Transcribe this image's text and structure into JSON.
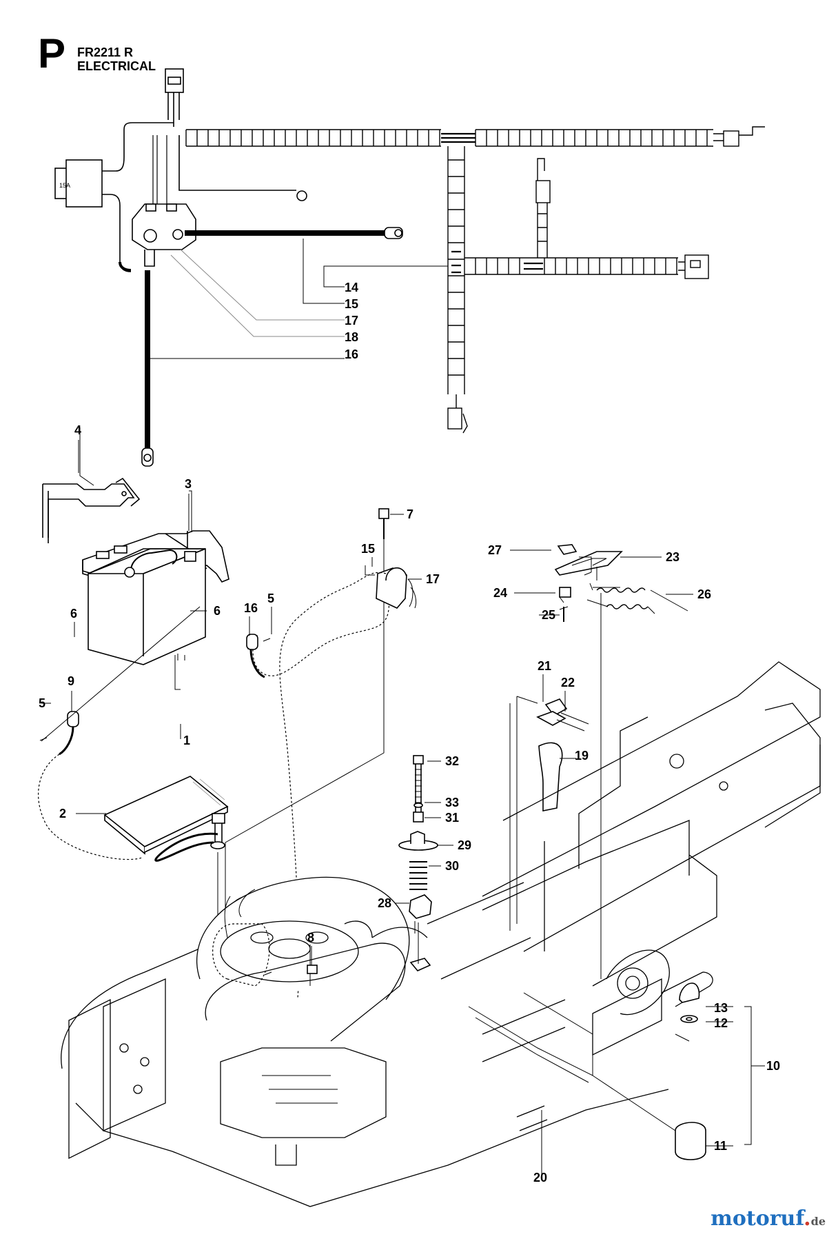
{
  "header": {
    "section_letter": "P",
    "model": "FR2211 R",
    "title": "ELECTRICAL"
  },
  "callouts": [
    {
      "id": "c14",
      "label": "14"
    },
    {
      "id": "c15a",
      "label": "15"
    },
    {
      "id": "c17a",
      "label": "17"
    },
    {
      "id": "c18",
      "label": "18"
    },
    {
      "id": "c16a",
      "label": "16"
    },
    {
      "id": "c4",
      "label": "4"
    },
    {
      "id": "c3",
      "label": "3"
    },
    {
      "id": "c7",
      "label": "7"
    },
    {
      "id": "c15b",
      "label": "15"
    },
    {
      "id": "c17b",
      "label": "17"
    },
    {
      "id": "c27",
      "label": "27"
    },
    {
      "id": "c23",
      "label": "23"
    },
    {
      "id": "c24",
      "label": "24"
    },
    {
      "id": "c26",
      "label": "26"
    },
    {
      "id": "c25",
      "label": "25"
    },
    {
      "id": "c6a",
      "label": "6"
    },
    {
      "id": "c6b",
      "label": "6"
    },
    {
      "id": "c16b",
      "label": "16"
    },
    {
      "id": "c5a",
      "label": "5"
    },
    {
      "id": "c9",
      "label": "9"
    },
    {
      "id": "c5b",
      "label": "5"
    },
    {
      "id": "c1",
      "label": "1"
    },
    {
      "id": "c21",
      "label": "21"
    },
    {
      "id": "c22",
      "label": "22"
    },
    {
      "id": "c19",
      "label": "19"
    },
    {
      "id": "c32",
      "label": "32"
    },
    {
      "id": "c33",
      "label": "33"
    },
    {
      "id": "c31",
      "label": "31"
    },
    {
      "id": "c2",
      "label": "2"
    },
    {
      "id": "c29",
      "label": "29"
    },
    {
      "id": "c30",
      "label": "30"
    },
    {
      "id": "c28",
      "label": "28"
    },
    {
      "id": "c8",
      "label": "8"
    },
    {
      "id": "c13",
      "label": "13"
    },
    {
      "id": "c12",
      "label": "12"
    },
    {
      "id": "c10",
      "label": "10"
    },
    {
      "id": "c11",
      "label": "11"
    },
    {
      "id": "c20",
      "label": "20"
    }
  ],
  "watermark": {
    "main": "motoruf",
    "dot": ".",
    "tld": "de"
  }
}
